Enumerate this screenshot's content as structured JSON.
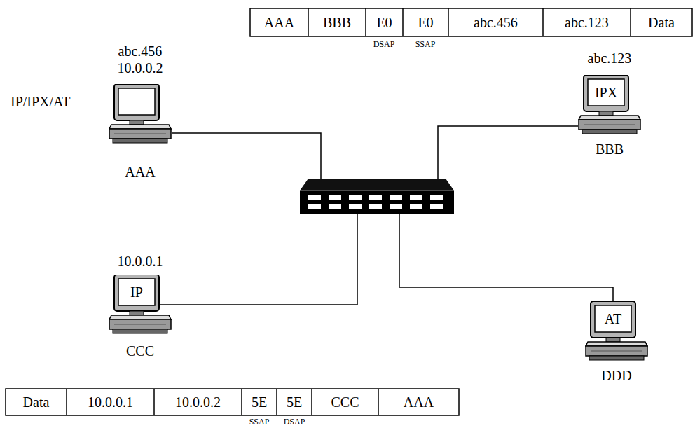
{
  "diagram": {
    "nodes": [
      {
        "text": [
          "abc.456",
          "10.0.0.2",
          "IP/IPX/AT",
          "AAA"
        ]
      },
      {
        "text": [
          "abc.123",
          "IPX",
          "BBB"
        ]
      },
      {
        "text": [
          "10.0.0.1",
          "IP",
          "CCC"
        ]
      },
      {
        "text": [
          "AT",
          "DDD"
        ]
      }
    ],
    "labels": [
      "AAA",
      "BBB",
      "E0",
      "E0",
      "abc.456",
      "abc.123",
      "Data",
      "DSAP",
      "SSAP",
      "Data",
      "10.0.0.1",
      "10.0.0.2",
      "5E",
      "5E",
      "CCC",
      "AAA",
      "SSAP",
      "DSAP"
    ]
  }
}
